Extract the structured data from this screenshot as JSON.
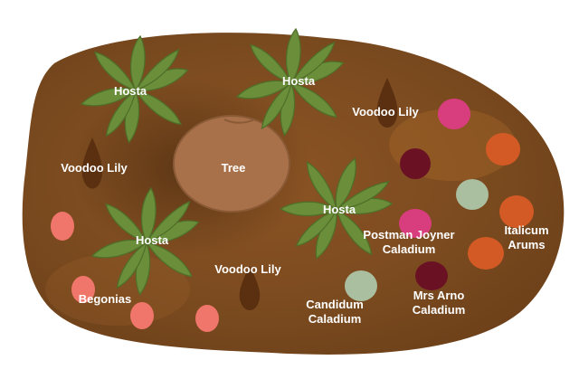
{
  "colors": {
    "bed": "#7a4a1f",
    "bed_dark": "#5a3414",
    "bed_light": "#a8692a",
    "tree": "#a8714a",
    "tree_edge": "#8a5a36",
    "hosta": "#6b8e3a",
    "hosta_dark": "#4f6e28",
    "voodoo": "#5a3010",
    "label": "#ffffff",
    "begonia": "#f0756a",
    "caladium_pink": "#d83d7d",
    "caladium_maroon": "#6a1224",
    "caladium_orange": "#d35a24",
    "caladium_candidum": "#a9bfa0"
  },
  "labels": {
    "tree": "Tree",
    "hosta_1": "Hosta",
    "hosta_2": "Hosta",
    "hosta_3": "Hosta",
    "hosta_4": "Hosta",
    "voodoo_1": "Voodoo Lily",
    "voodoo_2": "Voodoo Lily",
    "voodoo_3": "Voodoo Lily",
    "postman_1": "Postman Joyner",
    "postman_2": "Caladium",
    "italicum_1": "Italicum",
    "italicum_2": "Arums",
    "mrs_arno_1": "Mrs Arno",
    "mrs_arno_2": "Caladium",
    "candidum_1": "Candidum",
    "candidum_2": "Caladium",
    "begonias": "Begonias"
  }
}
